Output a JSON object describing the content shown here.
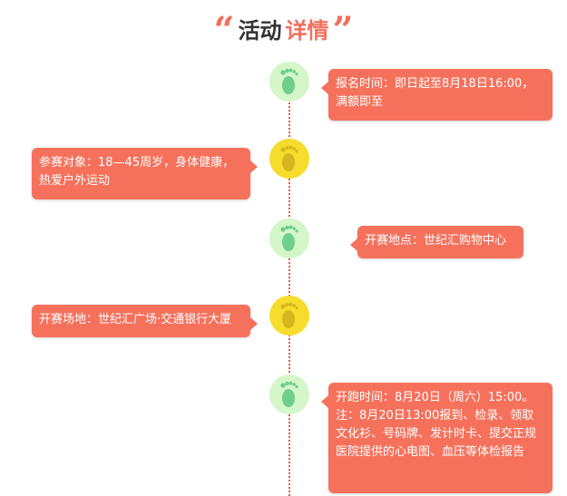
{
  "title": {
    "open_quote": "“",
    "part1": "活动",
    "part2": "详情",
    "close_quote": "”"
  },
  "colors": {
    "accent": "#f5715c",
    "green_circle": "#d4f6c9",
    "green_foot": "#6fce8a",
    "yellow_circle": "#f6dc2c",
    "yellow_foot": "#d7b51e"
  },
  "timeline": [
    {
      "side": "right",
      "icon": "footprint-icon",
      "circle": "green",
      "text": "报名时间：即日起至8月18日16:00，满额即至"
    },
    {
      "side": "left",
      "icon": "footprint-icon",
      "circle": "yellow",
      "text": "参赛对象：18—45周岁，身体健康，热爱户外运动"
    },
    {
      "side": "right",
      "icon": "footprint-icon",
      "circle": "green",
      "text": "开赛地点：世纪汇购物中心"
    },
    {
      "side": "left",
      "icon": "footprint-icon",
      "circle": "yellow",
      "text": "开赛场地：世纪汇广场·交通银行大厦"
    },
    {
      "side": "right",
      "icon": "footprint-icon",
      "circle": "green",
      "text": "开跑时间：8月20日（周六）15:00。注：8月20日13:00报到、检录、领取文化衫、号码牌、发计时卡、提交正规医院提供的心电图、血压等体检报告"
    }
  ]
}
